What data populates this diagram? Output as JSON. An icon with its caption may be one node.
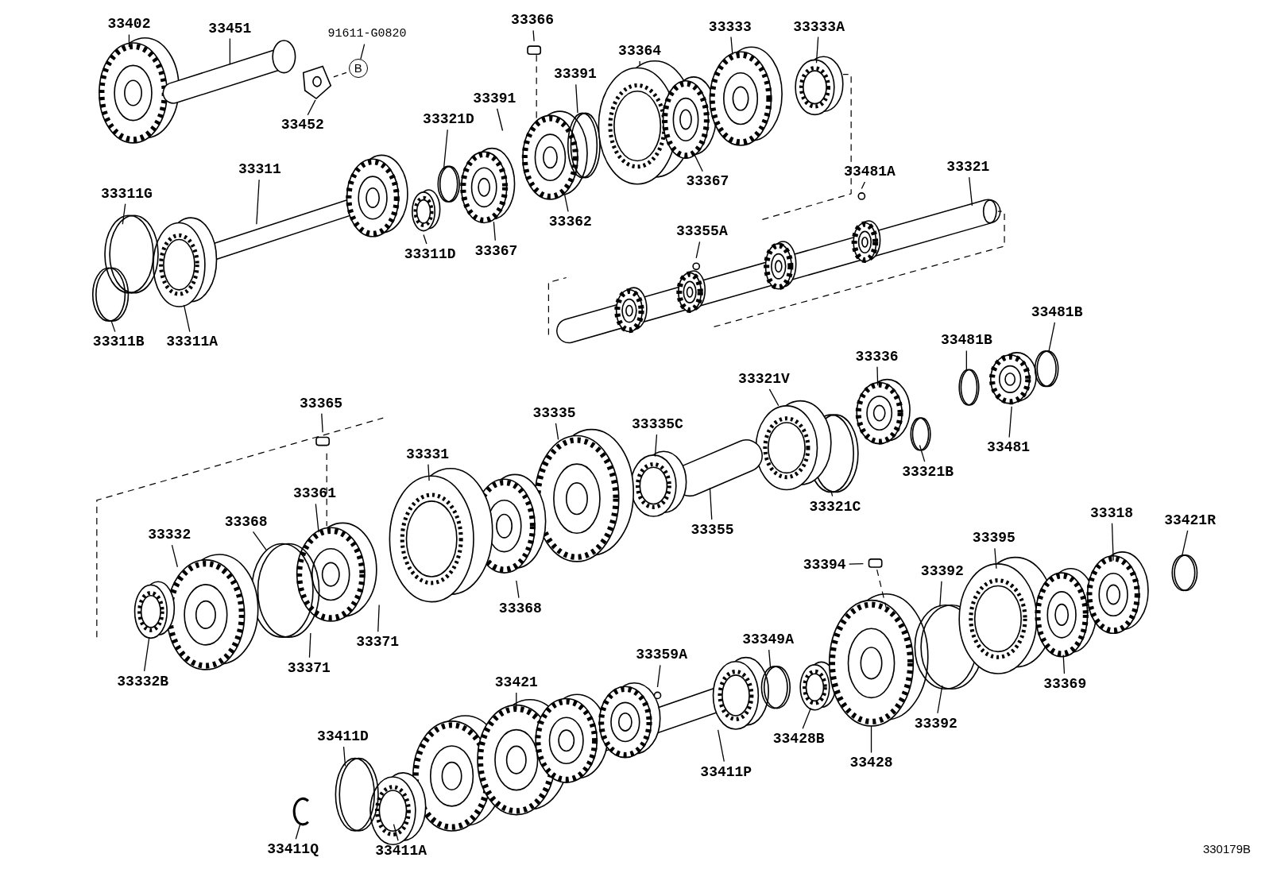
{
  "diagram": {
    "nodes": [
      {
        "text": [
          "33402"
        ]
      },
      {
        "text": [
          "33451"
        ]
      },
      {
        "text": [
          "91611-G0820"
        ]
      },
      {
        "text": [
          "B"
        ]
      },
      {
        "text": [
          "33452"
        ]
      },
      {
        "text": [
          "33366"
        ]
      },
      {
        "text": [
          "33391"
        ]
      },
      {
        "text": [
          "33391"
        ]
      },
      {
        "text": [
          "33321D"
        ]
      },
      {
        "text": [
          "33364"
        ]
      },
      {
        "text": [
          "33333"
        ]
      },
      {
        "text": [
          "33333A"
        ]
      },
      {
        "text": [
          "33367"
        ]
      },
      {
        "text": [
          "33362"
        ]
      },
      {
        "text": [
          "33367"
        ]
      },
      {
        "text": [
          "33311D"
        ]
      },
      {
        "text": [
          "33311"
        ]
      },
      {
        "text": [
          "33311G"
        ]
      },
      {
        "text": [
          "33311B"
        ]
      },
      {
        "text": [
          "33311A"
        ]
      },
      {
        "text": [
          "33481A"
        ]
      },
      {
        "text": [
          "33321"
        ]
      },
      {
        "text": [
          "33355A"
        ]
      },
      {
        "text": [
          "33481B"
        ]
      },
      {
        "text": [
          "33481B"
        ]
      },
      {
        "text": [
          "33481"
        ]
      },
      {
        "text": [
          "33336"
        ]
      },
      {
        "text": [
          "33321V"
        ]
      },
      {
        "text": [
          "33321B"
        ]
      },
      {
        "text": [
          "33321C"
        ]
      },
      {
        "text": [
          "33335"
        ]
      },
      {
        "text": [
          "33335C"
        ]
      },
      {
        "text": [
          "33355"
        ]
      },
      {
        "text": [
          "33365"
        ]
      },
      {
        "text": [
          "33331"
        ]
      },
      {
        "text": [
          "33361"
        ]
      },
      {
        "text": [
          "33368"
        ]
      },
      {
        "text": [
          "33332"
        ]
      },
      {
        "text": [
          "33368"
        ]
      },
      {
        "text": [
          "33371"
        ]
      },
      {
        "text": [
          "33371"
        ]
      },
      {
        "text": [
          "33332B"
        ]
      },
      {
        "text": [
          "33318"
        ]
      },
      {
        "text": [
          "33421R"
        ]
      },
      {
        "text": [
          "33395"
        ]
      },
      {
        "text": [
          "33394"
        ]
      },
      {
        "text": [
          "33392"
        ]
      },
      {
        "text": [
          "33392"
        ]
      },
      {
        "text": [
          "33369"
        ]
      },
      {
        "text": [
          "33349A"
        ]
      },
      {
        "text": [
          "33359A"
        ]
      },
      {
        "text": [
          "33421"
        ]
      },
      {
        "text": [
          "33428B"
        ]
      },
      {
        "text": [
          "33428"
        ]
      },
      {
        "text": [
          "33411P"
        ]
      },
      {
        "text": [
          "33411D"
        ]
      },
      {
        "text": [
          "33411Q"
        ]
      },
      {
        "text": [
          "33411A"
        ]
      }
    ],
    "edges": [
      {
        "from": 0,
        "to": null,
        "arrow": "none"
      },
      {
        "from": 1,
        "to": null,
        "arrow": "none"
      },
      {
        "from": 2,
        "to": 3,
        "arrow": "none"
      },
      {
        "from": 3,
        "to": null,
        "arrow": "none",
        "style": "dashed"
      },
      {
        "from": 4,
        "to": null,
        "arrow": "none"
      },
      {
        "from": 5,
        "to": null,
        "arrow": "none"
      },
      {
        "from": 6,
        "to": null,
        "arrow": "none"
      },
      {
        "from": 7,
        "to": null,
        "arrow": "none"
      },
      {
        "from": 8,
        "to": null,
        "arrow": "none"
      },
      {
        "from": 9,
        "to": null,
        "arrow": "none"
      },
      {
        "from": 10,
        "to": null,
        "arrow": "none"
      },
      {
        "from": 11,
        "to": null,
        "arrow": "none"
      },
      {
        "from": 12,
        "to": null,
        "arrow": "none"
      },
      {
        "from": 13,
        "to": null,
        "arrow": "none"
      },
      {
        "from": 14,
        "to": null,
        "arrow": "none"
      },
      {
        "from": 15,
        "to": null,
        "arrow": "none"
      },
      {
        "from": 16,
        "to": null,
        "arrow": "none"
      },
      {
        "from": 17,
        "to": null,
        "arrow": "none"
      },
      {
        "from": 18,
        "to": null,
        "arrow": "none"
      },
      {
        "from": 19,
        "to": null,
        "arrow": "none"
      },
      {
        "from": 20,
        "to": null,
        "arrow": "none"
      },
      {
        "from": 21,
        "to": null,
        "arrow": "none"
      },
      {
        "from": 22,
        "to": null,
        "arrow": "none"
      },
      {
        "from": 23,
        "to": null,
        "arrow": "none"
      },
      {
        "from": 24,
        "to": null,
        "arrow": "none"
      },
      {
        "from": 25,
        "to": null,
        "arrow": "none"
      },
      {
        "from": 26,
        "to": null,
        "arrow": "none"
      },
      {
        "from": 27,
        "to": null,
        "arrow": "none"
      },
      {
        "from": 28,
        "to": null,
        "arrow": "none"
      },
      {
        "from": 29,
        "to": null,
        "arrow": "none"
      },
      {
        "from": 30,
        "to": null,
        "arrow": "none"
      },
      {
        "from": 31,
        "to": null,
        "arrow": "none"
      },
      {
        "from": 32,
        "to": null,
        "arrow": "none"
      },
      {
        "from": 33,
        "to": null,
        "arrow": "none"
      },
      {
        "from": 34,
        "to": null,
        "arrow": "none"
      },
      {
        "from": 35,
        "to": null,
        "arrow": "none"
      },
      {
        "from": 36,
        "to": null,
        "arrow": "none"
      },
      {
        "from": 37,
        "to": null,
        "arrow": "none"
      },
      {
        "from": 38,
        "to": null,
        "arrow": "none"
      },
      {
        "from": 39,
        "to": null,
        "arrow": "none"
      },
      {
        "from": 40,
        "to": null,
        "arrow": "none"
      },
      {
        "from": 41,
        "to": null,
        "arrow": "none"
      },
      {
        "from": 42,
        "to": null,
        "arrow": "none"
      },
      {
        "from": 43,
        "to": null,
        "arrow": "none"
      },
      {
        "from": 44,
        "to": null,
        "arrow": "none"
      },
      {
        "from": 45,
        "to": null,
        "arrow": "none"
      },
      {
        "from": 46,
        "to": null,
        "arrow": "none"
      },
      {
        "from": 47,
        "to": null,
        "arrow": "none"
      },
      {
        "from": 48,
        "to": null,
        "arrow": "none"
      },
      {
        "from": 49,
        "to": null,
        "arrow": "none"
      },
      {
        "from": 50,
        "to": null,
        "arrow": "none"
      },
      {
        "from": 51,
        "to": null,
        "arrow": "none"
      },
      {
        "from": 52,
        "to": null,
        "arrow": "none"
      },
      {
        "from": 53,
        "to": null,
        "arrow": "none"
      },
      {
        "from": 54,
        "to": null,
        "arrow": "none"
      },
      {
        "from": 55,
        "to": null,
        "arrow": "none"
      },
      {
        "from": 56,
        "to": null,
        "arrow": "none"
      },
      {
        "from": 57,
        "to": null,
        "arrow": "none"
      }
    ],
    "labels": [
      "330179B"
    ]
  }
}
